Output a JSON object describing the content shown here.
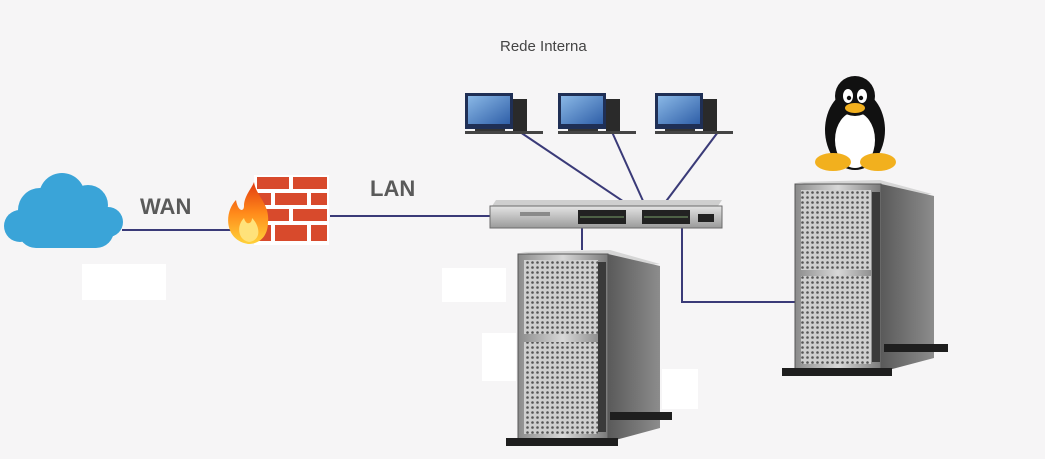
{
  "labels": {
    "internal_network": "Rede Interna",
    "wan": "WAN",
    "lan": "LAN"
  },
  "nodes": {
    "cloud": "cloud-icon",
    "firewall": "firewall-icon",
    "switch": "network-switch",
    "workstations": [
      "desktop-computer-icon",
      "desktop-computer-icon",
      "desktop-computer-icon"
    ],
    "servers": [
      "tower-server",
      "tower-server"
    ],
    "os_logo": "linux-tux-icon"
  },
  "colors": {
    "background": "#f6f5f6",
    "link_line": "#3a3a78",
    "cloud": "#3aa4d8",
    "firewall_brick": "#d84a2c",
    "label_text": "#5a5a5a"
  }
}
